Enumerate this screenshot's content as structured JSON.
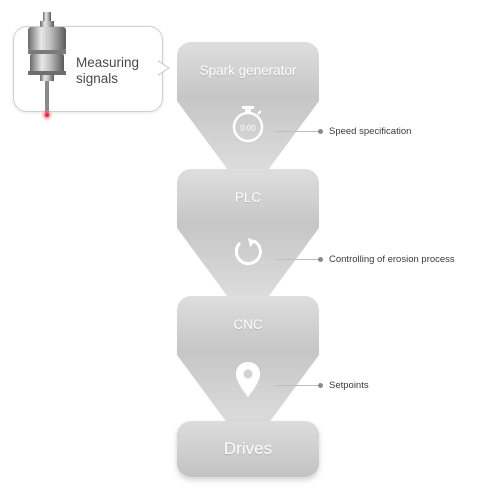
{
  "bubble": {
    "text_line1": "Measuring",
    "text_line2": "signals"
  },
  "blocks": [
    {
      "label": "Spark generator",
      "icon": "stopwatch-icon",
      "icon_text": "0:00",
      "annotation": "Speed specification"
    },
    {
      "label": "PLC",
      "icon": "refresh-icon",
      "annotation": "Controlling of erosion process"
    },
    {
      "label": "CNC",
      "icon": "location-pin-icon",
      "annotation": "Setpoints"
    }
  ],
  "drives": {
    "label": "Drives"
  },
  "colors": {
    "block": "#cfcfcf",
    "text": "#ffffff",
    "annotation_dot": "#8a8a8a",
    "sensor_tip": "#e0304a"
  }
}
